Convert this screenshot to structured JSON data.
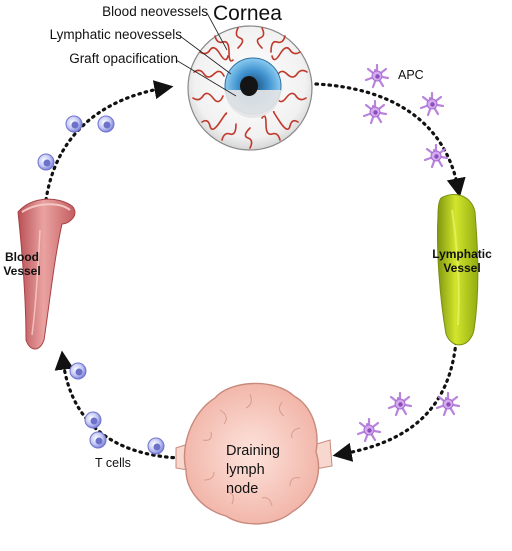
{
  "title": "Cornea",
  "cornea_labels": {
    "blood_neovessels": "Blood neovessels",
    "lymphatic_neovessels": "Lymphatic neovessels",
    "graft_opacification": "Graft opacification"
  },
  "apc_label": "APC",
  "lymphatic_vessel_label": {
    "line1": "Lymphatic",
    "line2": "Vessel"
  },
  "blood_vessel_label": {
    "line1": "Blood",
    "line2": "Vessel"
  },
  "lymph_node_label": {
    "line1": "Draining",
    "line2": "lymph",
    "line3": "node"
  },
  "t_cells_label": "T cells",
  "colors": {
    "neovessel_red": "#c0392b",
    "iris_blue": "#4aa3d8",
    "lymphatic_green": "#b5cc1a",
    "blood_vessel_pink": "#d97b7b",
    "lymph_node_pink": "#f6c7bd",
    "apc_purple": "#b07ad6",
    "tcell_blue": "#8f95e6",
    "arrow": "#111111"
  }
}
